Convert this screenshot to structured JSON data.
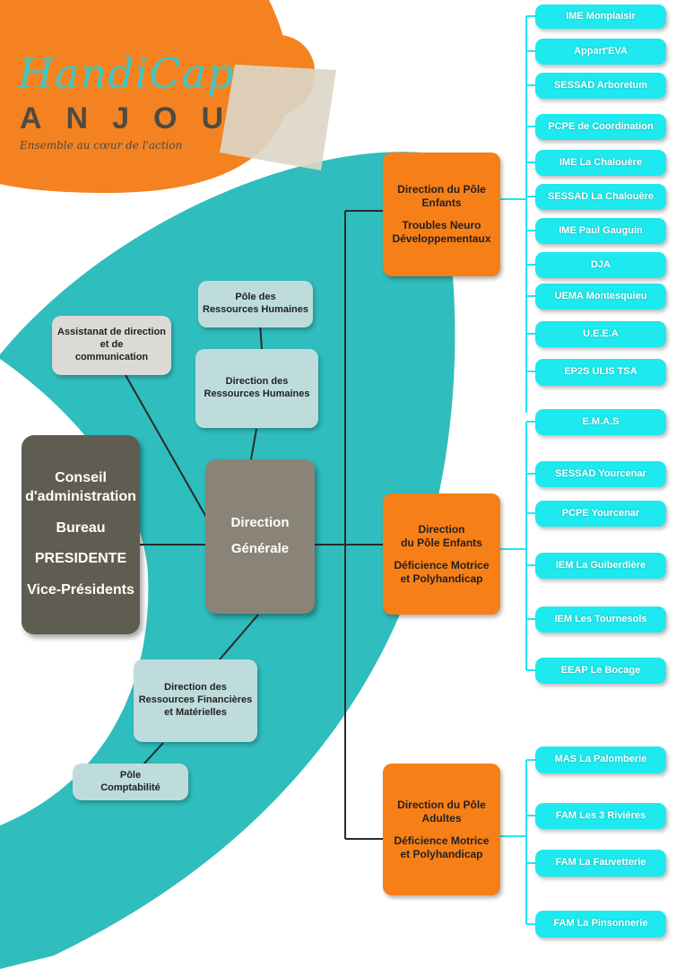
{
  "logo": {
    "script": "HandiCap",
    "name": "ANJOU",
    "tagline": "Ensemble au cœur de l'action"
  },
  "colors": {
    "orange_brand": "#f58220",
    "teal": "#2fbdbd",
    "orange_box": "#f77f17",
    "cyan_box": "#1de9ee",
    "dark_box": "#5f5d52"
  },
  "board": {
    "line1": "Conseil",
    "line2": "d'administration",
    "line3": "Bureau",
    "line4": "PRESIDENTE",
    "line5": "Vice-Présidents"
  },
  "direction_generale": {
    "line1": "Direction",
    "line2": "Générale"
  },
  "assistanat": {
    "line1": "Assistanat de direction",
    "line2": "et de",
    "line3": "communication"
  },
  "pole_rh": {
    "line1": "Pôle des",
    "line2": "Ressources Humaines"
  },
  "direction_rh": {
    "line1": "Direction des",
    "line2": "Ressources Humaines"
  },
  "direction_rfm": {
    "line1": "Direction des",
    "line2": "Ressources Financières",
    "line3": "et Matérielles"
  },
  "pole_compta": {
    "line1": "Pôle",
    "line2": "Comptabilité"
  },
  "pole_enfants_tnd": {
    "line1": "Direction du Pôle",
    "line2": "Enfants",
    "line3": "Troubles Neuro",
    "line4": "Développementaux"
  },
  "pole_enfants_dm": {
    "line1": "Direction",
    "line2": "du Pôle Enfants",
    "line3": "Déficience Motrice",
    "line4": "et Polyhandicap"
  },
  "pole_adultes": {
    "line1": "Direction du Pôle",
    "line2": "Adultes",
    "line3": "Déficience Motrice",
    "line4": "et Polyhandicap"
  },
  "establishments_tnd": [
    "IME Monplaisir",
    "Appart'EVA",
    "SESSAD Arboretum",
    "PCPE de Coordination",
    "IME La Chalouère",
    "SESSAD La Chalouère",
    "IME Paul Gauguin",
    "DJA",
    "UEMA Montesquieu",
    "U.E.E.A",
    "EP2S ULIS TSA"
  ],
  "establishments_dm": [
    "E.M.A.S",
    "SESSAD Yourcenar",
    "PCPE Yourcenar",
    "IEM La Guiberdière",
    "IEM Les Tournesols",
    "EEAP Le Bocage"
  ],
  "establishments_adultes": [
    "MAS  La  Palomberie",
    "FAM  Les 3 Rivières",
    "FAM  La  Fauvetterie",
    "FAM  La  Pinsonnerie"
  ]
}
